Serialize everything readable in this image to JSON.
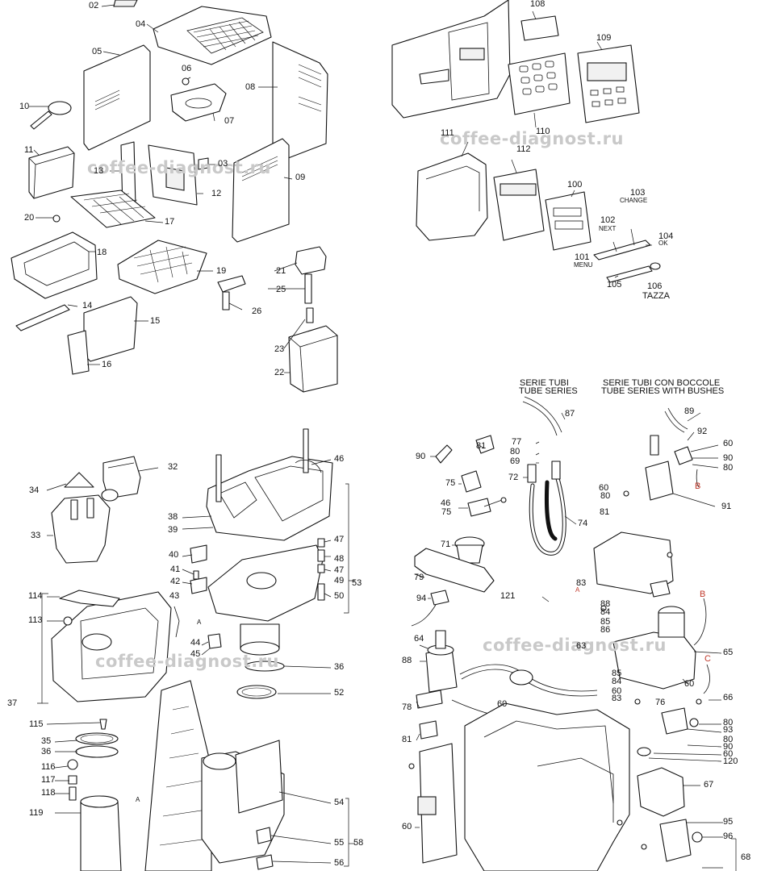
{
  "watermarks": [
    "coffee-diagnost.ru",
    "coffee-diagnost.ru",
    "coffee-diagnost.ru",
    "coffee-diagnost.ru"
  ],
  "series_headers": {
    "tube_series_it": "SERIE TUBI",
    "tube_series_en": "TUBE SERIES",
    "bush_series_it": "SERIE TUBI CON BOCCOLE",
    "bush_series_en": "TUBE SERIES WITH BUSHES"
  },
  "button_names": {
    "change": "CHANGE",
    "next": "NEXT",
    "ok": "OK",
    "menu": "MENU",
    "tazza": "TAZZA"
  },
  "section_letters": {
    "a": "A",
    "b": "B",
    "c": "C"
  },
  "callouts": [
    "02",
    "04",
    "05",
    "06",
    "07",
    "08",
    "09",
    "10",
    "11",
    "13",
    "03",
    "12",
    "20",
    "17",
    "18",
    "19",
    "21",
    "25",
    "26",
    "14",
    "15",
    "16",
    "23",
    "22",
    "108",
    "109",
    "110",
    "111",
    "112",
    "100",
    "103",
    "102",
    "104",
    "101",
    "105",
    "106",
    "46",
    "32",
    "34",
    "33",
    "38",
    "39",
    "47",
    "48",
    "47",
    "49",
    "50",
    "53",
    "40",
    "41",
    "42",
    "43",
    "44",
    "45",
    "114",
    "113",
    "37",
    "115",
    "35",
    "36",
    "116",
    "117",
    "118",
    "119",
    "36",
    "52",
    "54",
    "55",
    "58",
    "56",
    "87",
    "89",
    "92",
    "90",
    "81",
    "77",
    "80",
    "69",
    "72",
    "60",
    "90",
    "80",
    "75",
    "46",
    "75",
    "74",
    "60",
    "80",
    "81",
    "91",
    "71",
    "79",
    "83",
    "94",
    "121",
    "88",
    "84",
    "85",
    "86",
    "63",
    "64",
    "88",
    "85",
    "84",
    "60",
    "83",
    "60",
    "65",
    "78",
    "76",
    "60",
    "66",
    "81",
    "80",
    "93",
    "80",
    "90",
    "60",
    "120",
    "67",
    "60",
    "95",
    "96",
    "68"
  ]
}
